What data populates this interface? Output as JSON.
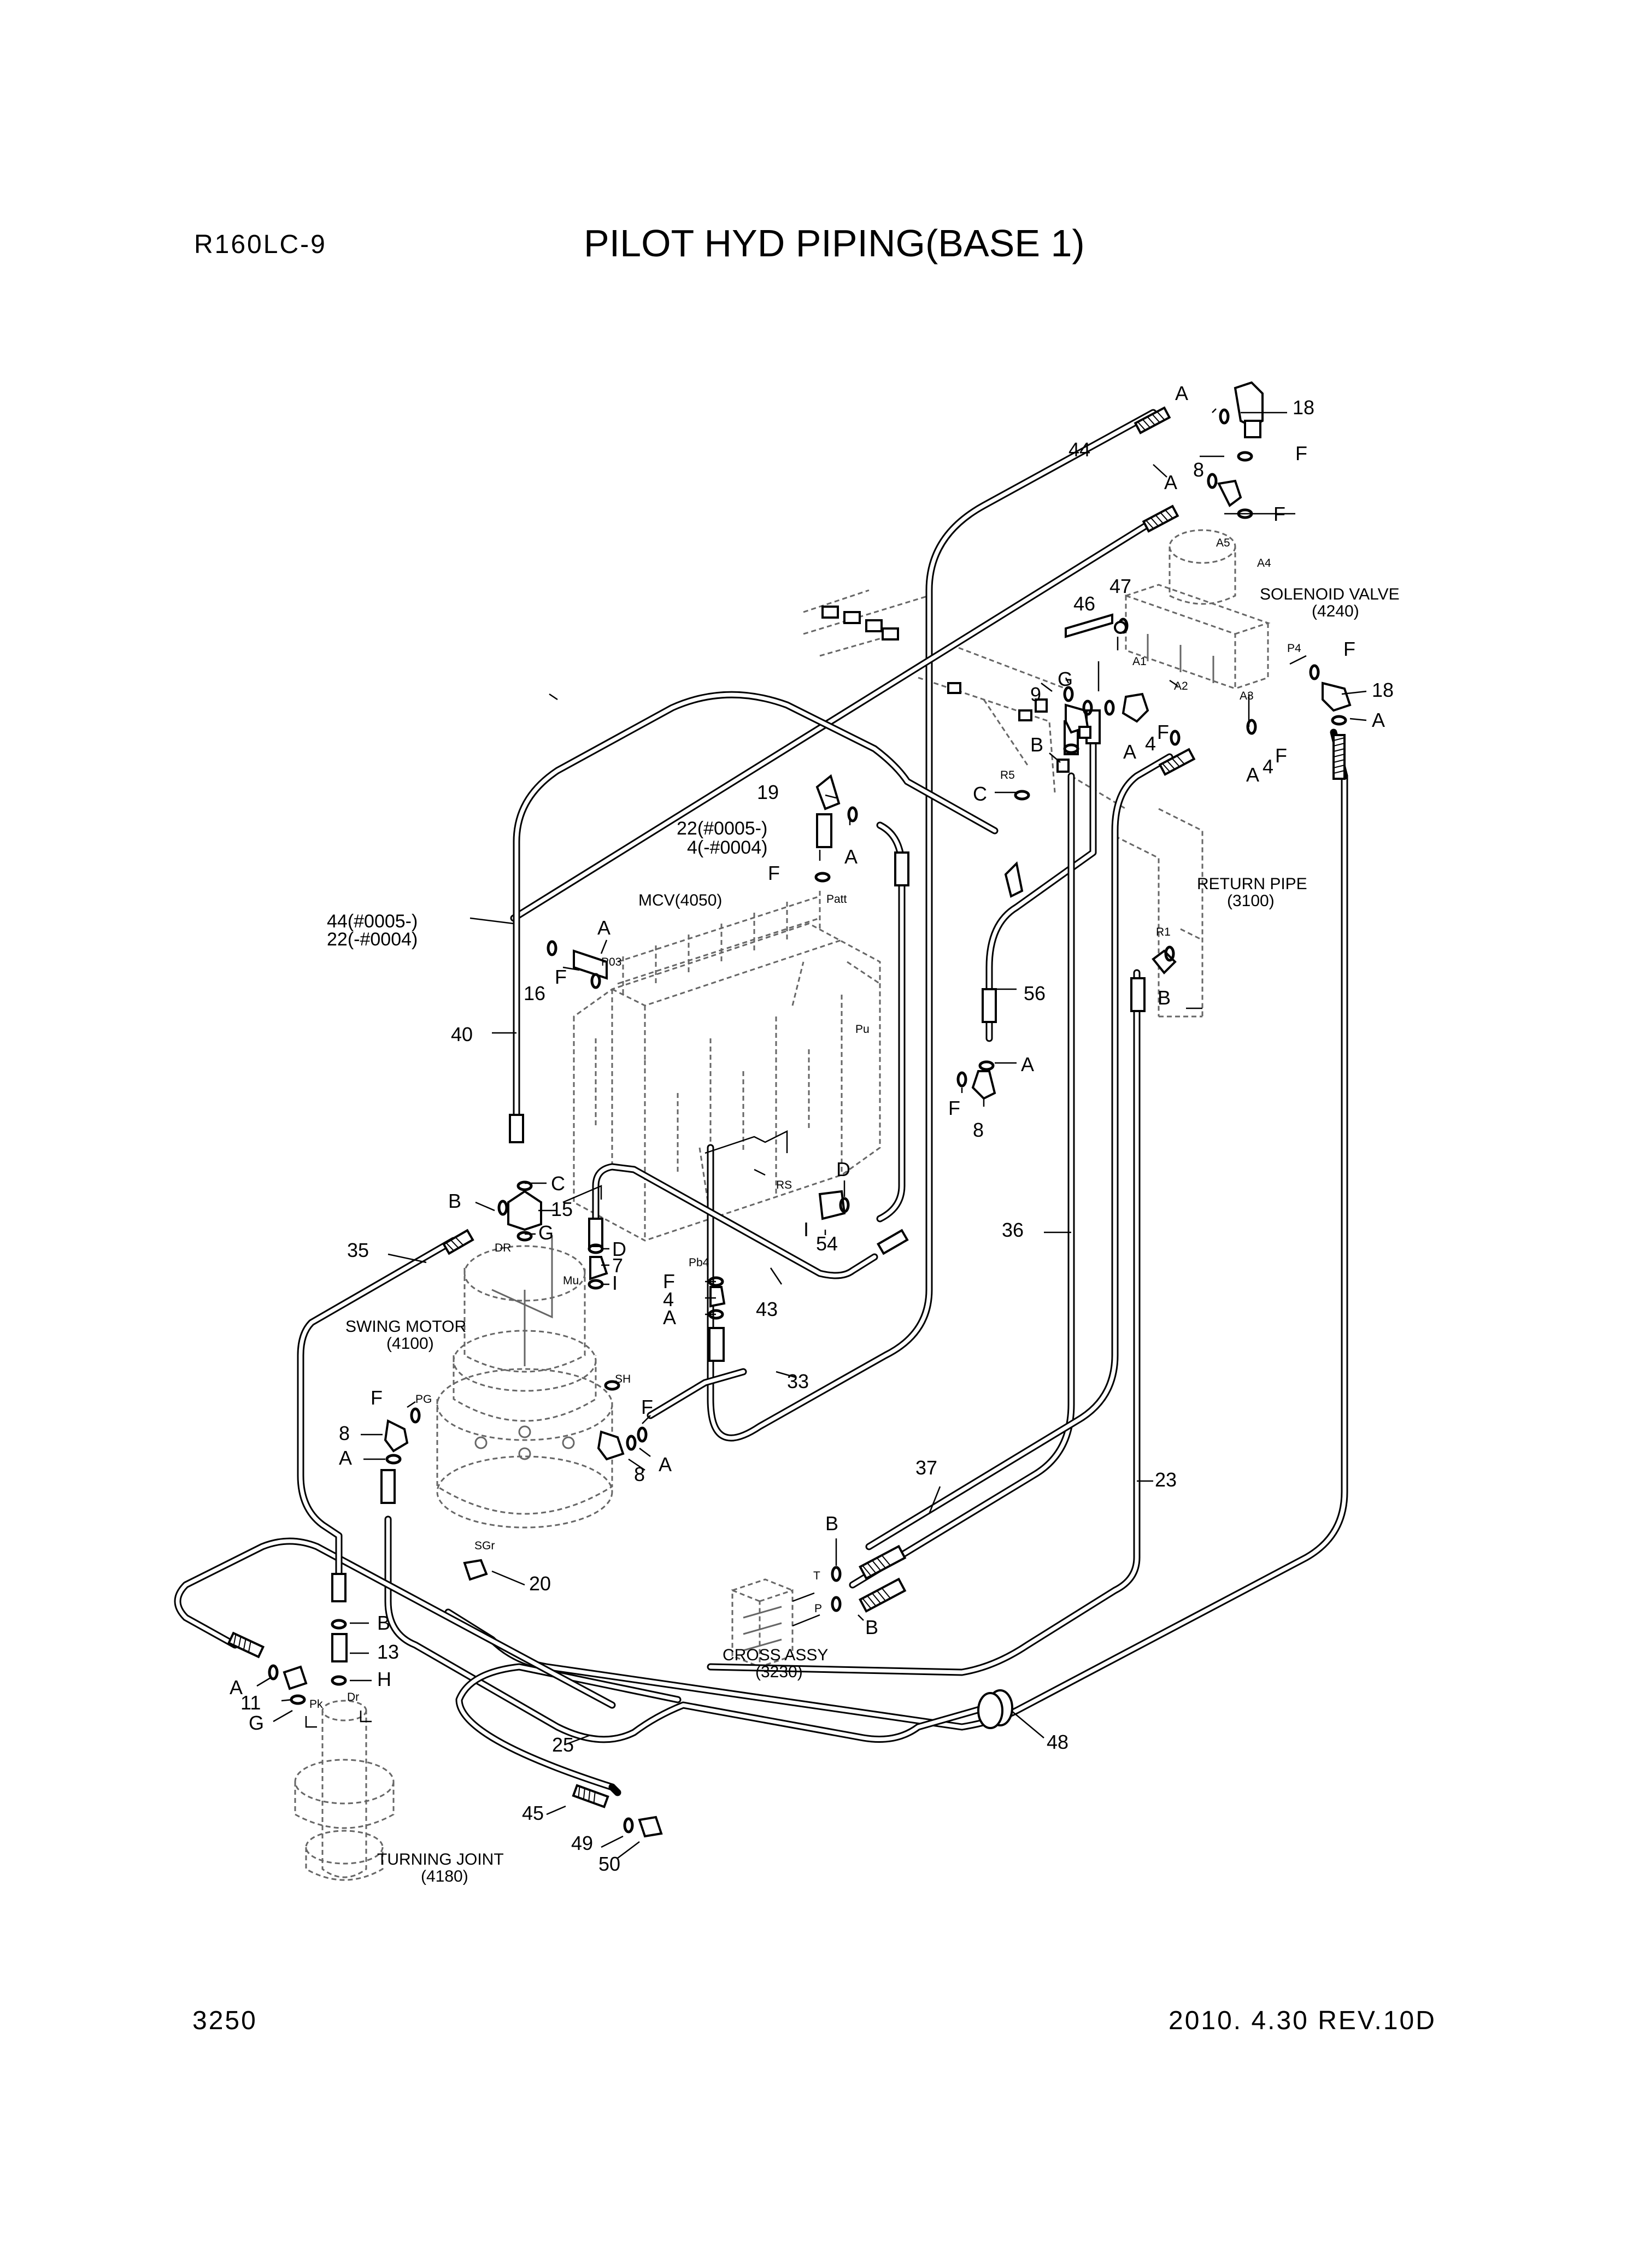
{
  "header": {
    "model": "R160LC-9",
    "title": "PILOT HYD PIPING(BASE 1)"
  },
  "footer": {
    "page_number": "3250",
    "date_revision": "2010. 4.30  REV.10D"
  },
  "components": {
    "solenoid_valve": "SOLENOID VALVE",
    "solenoid_valve_no": "(4240)",
    "return_pipe": "RETURN PIPE",
    "return_pipe_no": "(3100)",
    "mcv": "MCV(4050)",
    "swing_motor": "SWING MOTOR",
    "swing_motor_no": "(4100)",
    "cross_assy": "CROSS ASSY",
    "cross_assy_no": "(3230)",
    "turning_joint": "TURNING JOINT",
    "turning_joint_no": "(4180)"
  },
  "labels": {
    "l44a": "44(#0005-)",
    "l22a": "22(-#0004)",
    "l22b": "22(#0005-)",
    "l4b": "4(-#0004)"
  },
  "ports": {
    "A5": "A5",
    "A4": "A4",
    "P4": "P4",
    "A1": "A1",
    "A2": "A2",
    "A3": "A3",
    "R5": "R5",
    "R1": "R1",
    "Patt": "Patt",
    "Pu": "Pu",
    "P03": "P03",
    "RS": "RS",
    "DR": "DR",
    "Mu": "Mu",
    "Pb4": "Pb4",
    "SH": "SH",
    "PG": "PG",
    "SGr": "SGr",
    "T": "T",
    "P": "P",
    "Pk": "Pk",
    "Dr": "Dr"
  },
  "callouts": {
    "c18a": "18",
    "c44a": "44",
    "cAa": "A",
    "cFa": "F",
    "c8a": "8",
    "cAb": "A",
    "cFb": "F",
    "c46": "46",
    "c47": "47",
    "cFc": "F",
    "c18b": "18",
    "cAc": "A",
    "c9": "9",
    "cGa": "G",
    "cBa": "B",
    "cAd": "A",
    "c4a": "4",
    "cFd": "F",
    "cAe": "A",
    "c4b": "4",
    "cFe": "F",
    "cCa": "C",
    "c19": "19",
    "cAf": "A",
    "cFf": "F",
    "cAg": "A",
    "c16": "16",
    "cFg": "F",
    "c40": "40",
    "c56": "56",
    "cAh": "A",
    "cFh": "F",
    "c8b": "8",
    "cBb": "B",
    "cCb": "C",
    "c15": "15",
    "cBc": "B",
    "cGb": "G",
    "cDa": "D",
    "c7": "7",
    "cI": "I",
    "cDb": "D",
    "cIb": "I",
    "c54": "54",
    "c35": "35",
    "c36": "36",
    "c43": "43",
    "cFi": "F",
    "c4c": "4",
    "cAi": "A",
    "c33": "33",
    "cFj": "F",
    "c8c": "8",
    "cAj": "A",
    "cFk": "F",
    "c8d": "8",
    "cAk": "A",
    "c37": "37",
    "c23": "23",
    "c20": "20",
    "cBd": "B",
    "cBe": "B",
    "cBf": "B",
    "c13": "13",
    "cH": "H",
    "cAl": "A",
    "c11": "11",
    "cGc": "G",
    "c25": "25",
    "c48": "48",
    "c45": "45",
    "c49": "49",
    "c50": "50"
  }
}
